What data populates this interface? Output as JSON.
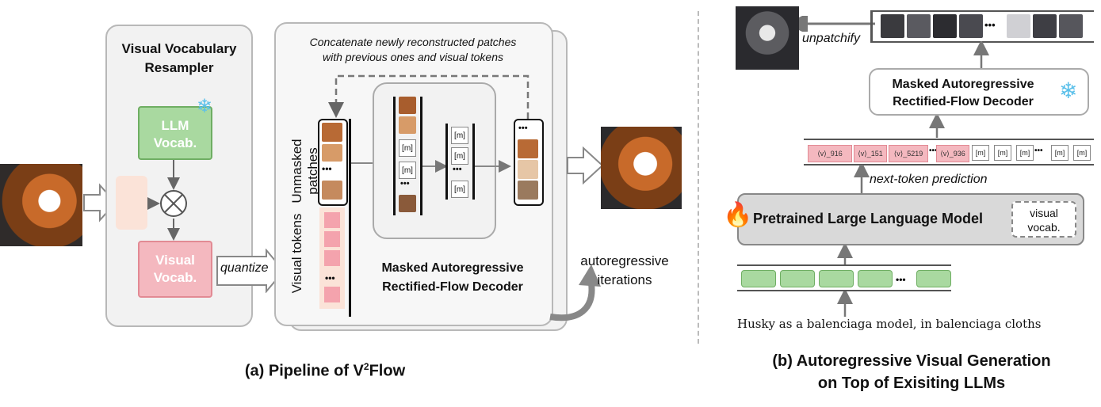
{
  "left": {
    "resampler_title": [
      "Visual Vocabulary",
      "Resampler"
    ],
    "llm_vocab": [
      "LLM",
      "Vocab."
    ],
    "visual_vocab": [
      "Visual",
      "Vocab."
    ],
    "quantize": "quantize",
    "concat_note": [
      "Concatenate newly reconstructed patches",
      "with previous ones and visual tokens"
    ],
    "unmasked_patches": [
      "Unmasked",
      "patches"
    ],
    "visual_tokens": "Visual tokens",
    "m_label": "[m]",
    "ellipsis": "•••",
    "decoder": [
      "Masked Autoregressive",
      "Rectified-Flow Decoder"
    ],
    "ar_iterations": [
      "autoregressive",
      "iterations"
    ],
    "caption_prefix": "(a) Pipeline of V",
    "caption_sup": "2",
    "caption_suffix": "Flow"
  },
  "right": {
    "unpatchify": "unpatchify",
    "decoder": [
      "Masked Autoregressive",
      "Rectified-Flow Decoder"
    ],
    "tokens": [
      "⟨v⟩_916",
      "⟨v⟩_151",
      "⟨v⟩_5219",
      "⟨v⟩_936"
    ],
    "m_label": "[m]",
    "ellipsis": "•••",
    "next_token": "next-token prediction",
    "llm": "Pretrained Large Language Model",
    "visual_vocab": [
      "visual",
      "vocab."
    ],
    "prompt": "Husky as a balenciaga model, in balenciaga cloths",
    "caption": [
      "(b) Autoregressive Visual Generation",
      "on Top of Exisiting LLMs"
    ]
  },
  "colors": {
    "green": "#a9d9a0",
    "pink": "#f4b8bf",
    "gray_panel": "#f2f2f2",
    "snow": "#5bc0ea",
    "fire": "#e8352b"
  },
  "icons": [
    "snowflake-icon",
    "fire-icon",
    "multiply-icon"
  ]
}
